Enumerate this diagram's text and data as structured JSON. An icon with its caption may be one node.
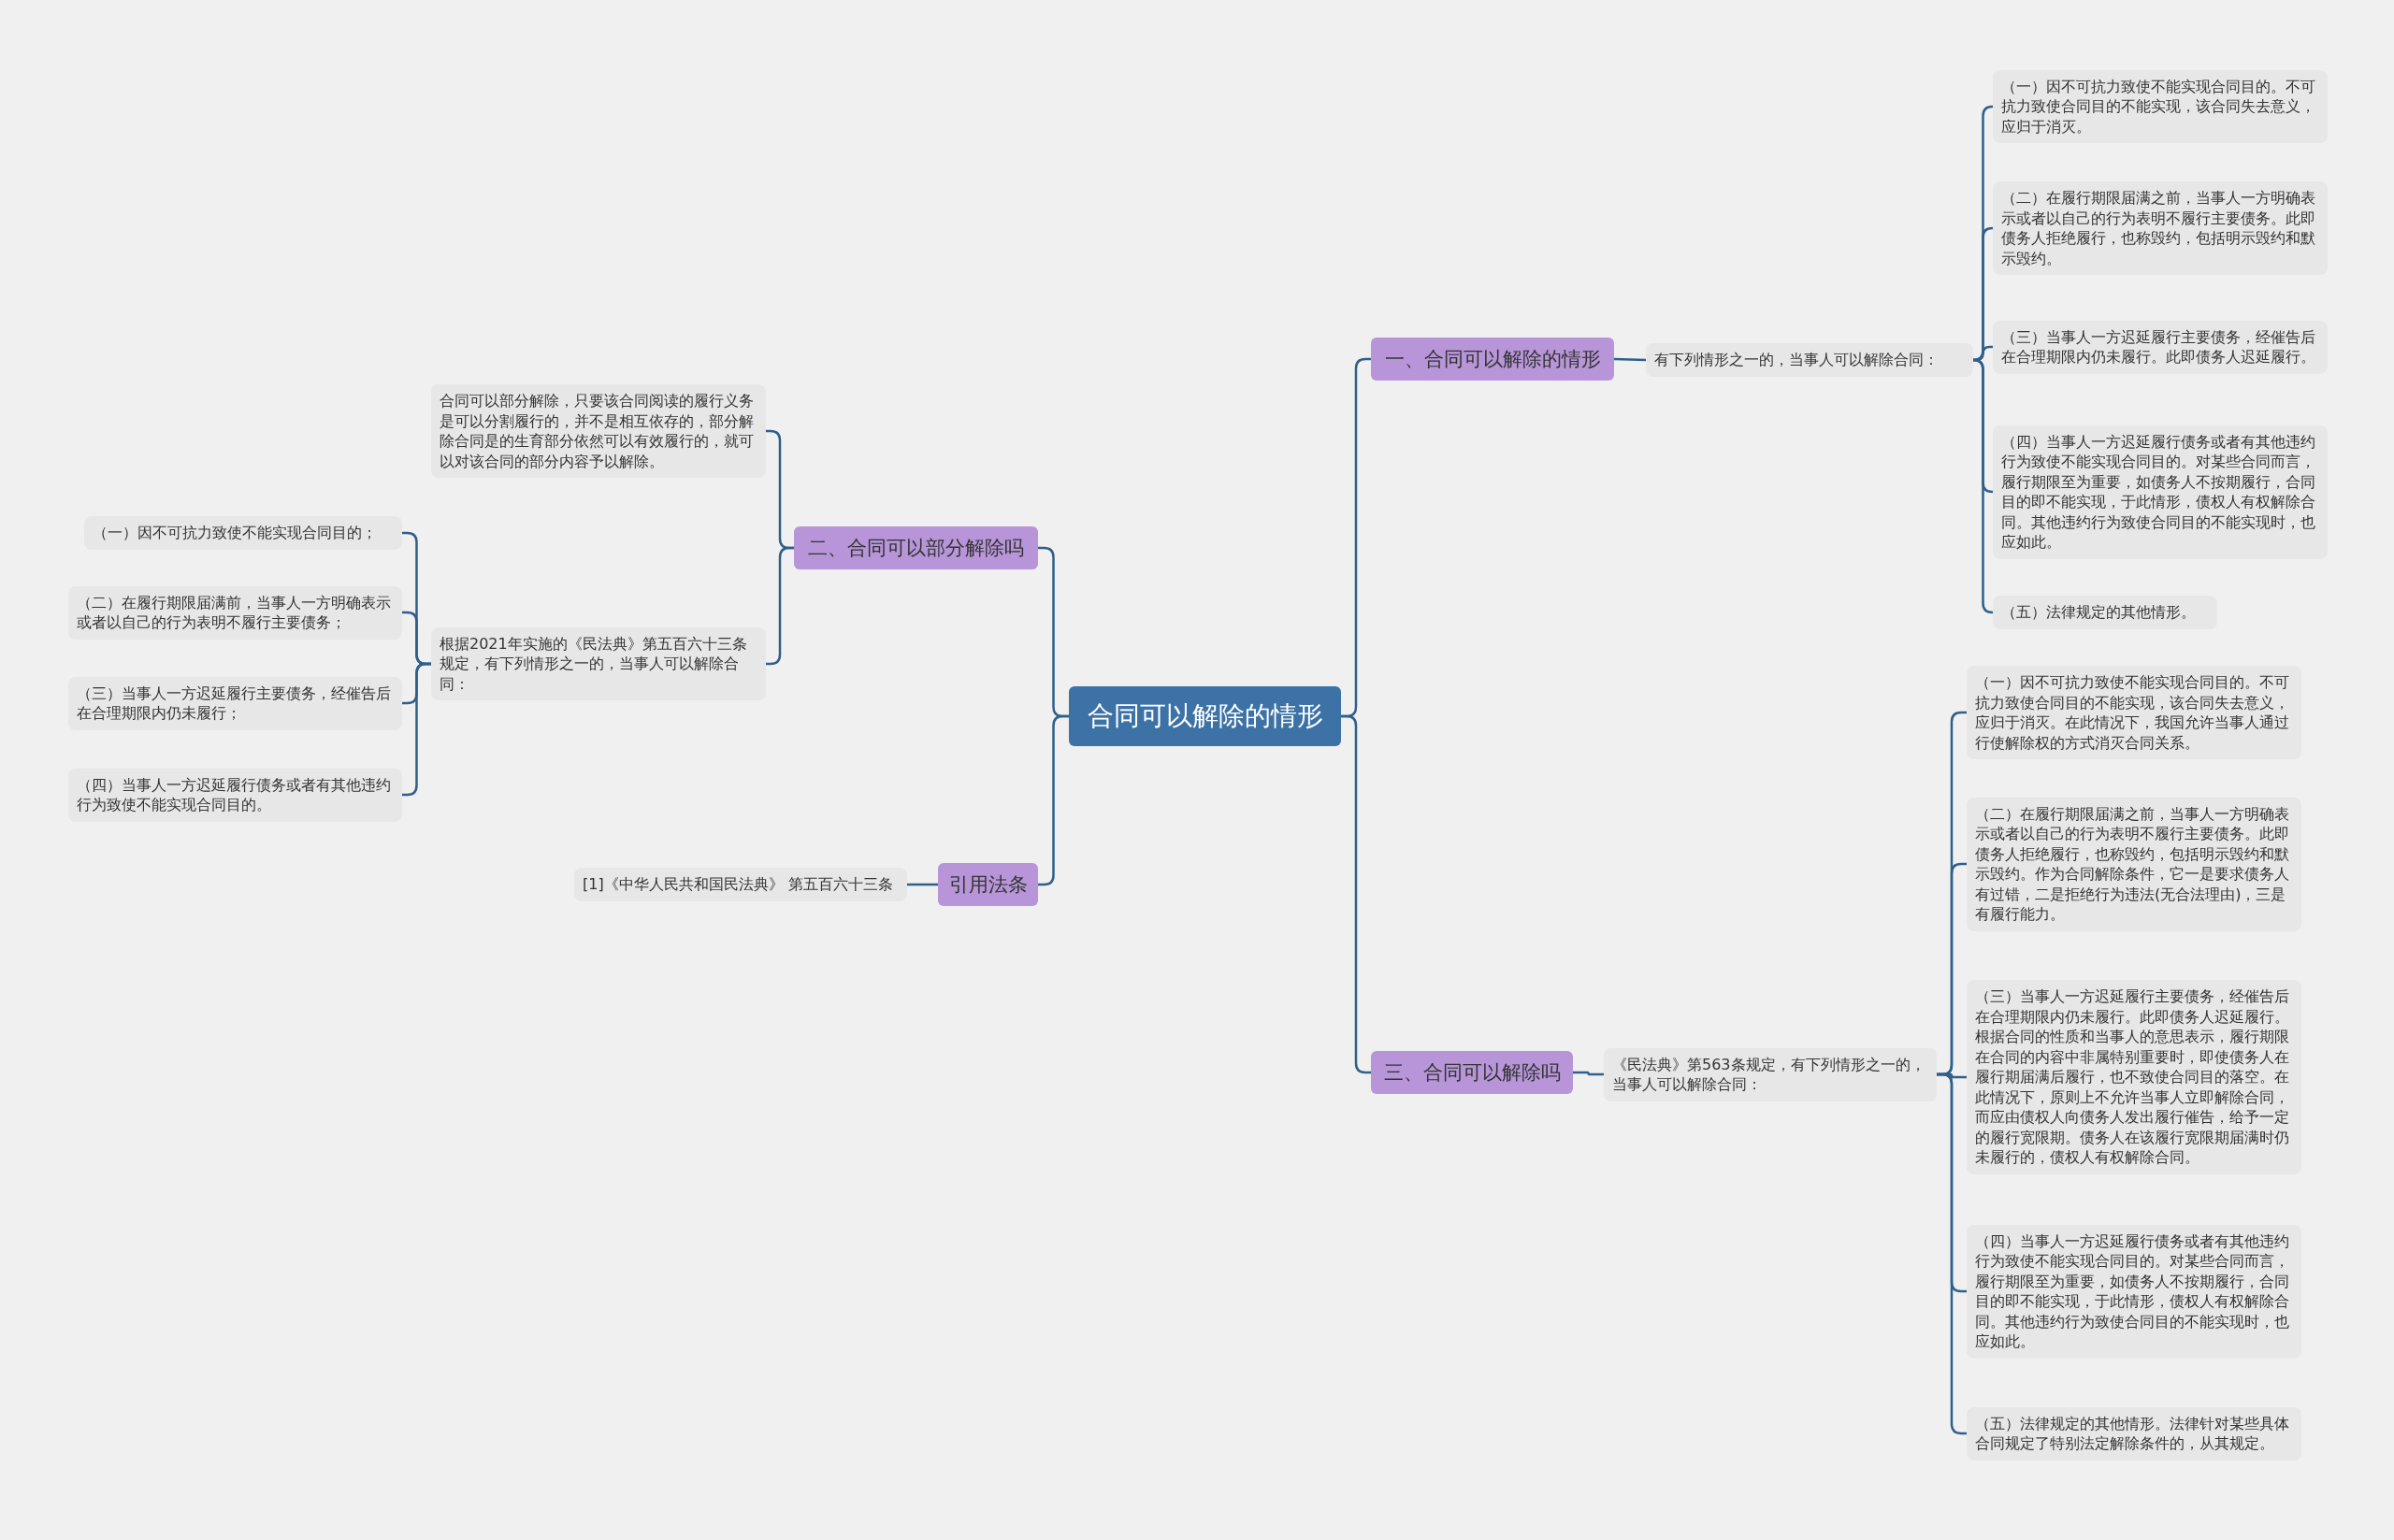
{
  "diagram": {
    "nodes": [
      {
        "text": [
          "合同可以解除的情形"
        ]
      },
      {
        "text": [
          "一、合同可以解除的情形"
        ]
      },
      {
        "text": [
          "有下列情形之一的，当事人可以解除合同："
        ]
      },
      {
        "text": [
          "（一）因不可抗力致使不能实现合同目的。不可抗力致使合同目的不能实现，该合同失去意义，应归于消灭。"
        ]
      },
      {
        "text": [
          "（二）在履行期限届满之前，当事人一方明确表示或者以自己的行为表明不履行主要债务。此即债务人拒绝履行，也称毁约，包括明示毁约和默示毁约。"
        ]
      },
      {
        "text": [
          "（三）当事人一方迟延履行主要债务，经催告后在合理期限内仍未履行。此即债务人迟延履行。"
        ]
      },
      {
        "text": [
          "（四）当事人一方迟延履行债务或者有其他违约行为致使不能实现合同目的。对某些合同而言，履行期限至为重要，如债务人不按期履行，合同目的即不能实现，于此情形，债权人有权解除合同。其他违约行为致使合同目的不能实现时，也应如此。"
        ]
      },
      {
        "text": [
          "（五）法律规定的其他情形。"
        ]
      },
      {
        "text": [
          "二、合同可以部分解除吗"
        ]
      },
      {
        "text": [
          "合同可以部分解除，只要该合同阅读的履行义务是可以分割履行的，并不是相互依存的，部分解除合同是的生育部分依然可以有效履行的，就可以对该合同的部分内容予以解除。"
        ]
      },
      {
        "text": [
          "根据2021年实施的《民法典》第五百六十三条规定，有下列情形之一的，当事人可以解除合同："
        ]
      },
      {
        "text": [
          "（一）因不可抗力致使不能实现合同目的；"
        ]
      },
      {
        "text": [
          "（二）在履行期限届满前，当事人一方明确表示或者以自己的行为表明不履行主要债务；"
        ]
      },
      {
        "text": [
          "（三）当事人一方迟延履行主要债务，经催告后在合理期限内仍未履行；"
        ]
      },
      {
        "text": [
          "（四）当事人一方迟延履行债务或者有其他违约行为致使不能实现合同目的。"
        ]
      },
      {
        "text": [
          "引用法条"
        ]
      },
      {
        "text": [
          "[1]《中华人民共和国民法典》 第五百六十三条"
        ]
      },
      {
        "text": [
          "三、合同可以解除吗"
        ]
      },
      {
        "text": [
          "《民法典》第563条规定，有下列情形之一的，当事人可以解除合同："
        ]
      },
      {
        "text": [
          "（一）因不可抗力致使不能实现合同目的。不可抗力致使合同目的不能实现，该合同失去意义，应归于消灭。在此情况下，我国允许当事人通过行使解除权的方式消灭合同关系。"
        ]
      },
      {
        "text": [
          "（二）在履行期限届满之前，当事人一方明确表示或者以自己的行为表明不履行主要债务。此即债务人拒绝履行，也称毁约，包括明示毁约和默示毁约。作为合同解除条件，它一是要求债务人有过错，二是拒绝行为违法(无合法理由)，三是有履行能力。"
        ]
      },
      {
        "text": [
          "（三）当事人一方迟延履行主要债务，经催告后在合理期限内仍未履行。此即债务人迟延履行。根据合同的性质和当事人的意思表示，履行期限在合同的内容中非属特别重要时，即使债务人在履行期届满后履行，也不致使合同目的落空。在此情况下，原则上不允许当事人立即解除合同，而应由债权人向债务人发出履行催告，给予一定的履行宽限期。债务人在该履行宽限期届满时仍未履行的，债权人有权解除合同。"
        ]
      },
      {
        "text": [
          "（四）当事人一方迟延履行债务或者有其他违约行为致使不能实现合同目的。对某些合同而言，履行期限至为重要，如债务人不按期履行，合同目的即不能实现，于此情形，债权人有权解除合同。其他违约行为致使合同目的不能实现时，也应如此。"
        ]
      },
      {
        "text": [
          "（五）法律规定的其他情形。法律针对某些具体合同规定了特别法定解除条件的，从其规定。"
        ]
      }
    ],
    "edges": [
      {
        "from": 0,
        "to": 1,
        "arrow": "none"
      },
      {
        "from": 1,
        "to": 2,
        "arrow": "none"
      },
      {
        "from": 2,
        "to": 3,
        "arrow": "none"
      },
      {
        "from": 2,
        "to": 4,
        "arrow": "none"
      },
      {
        "from": 2,
        "to": 5,
        "arrow": "none"
      },
      {
        "from": 2,
        "to": 6,
        "arrow": "none"
      },
      {
        "from": 2,
        "to": 7,
        "arrow": "none"
      },
      {
        "from": 0,
        "to": 8,
        "arrow": "none"
      },
      {
        "from": 8,
        "to": 9,
        "arrow": "none"
      },
      {
        "from": 8,
        "to": 10,
        "arrow": "none"
      },
      {
        "from": 10,
        "to": 11,
        "arrow": "none"
      },
      {
        "from": 10,
        "to": 12,
        "arrow": "none"
      },
      {
        "from": 10,
        "to": 13,
        "arrow": "none"
      },
      {
        "from": 10,
        "to": 14,
        "arrow": "none"
      },
      {
        "from": 0,
        "to": 15,
        "arrow": "none"
      },
      {
        "from": 15,
        "to": 16,
        "arrow": "none"
      },
      {
        "from": 0,
        "to": 17,
        "arrow": "none"
      },
      {
        "from": 17,
        "to": 18,
        "arrow": "none"
      },
      {
        "from": 18,
        "to": 19,
        "arrow": "none"
      },
      {
        "from": 18,
        "to": 20,
        "arrow": "none"
      },
      {
        "from": 18,
        "to": 21,
        "arrow": "none"
      },
      {
        "from": 18,
        "to": 22,
        "arrow": "none"
      },
      {
        "from": 18,
        "to": 23,
        "arrow": "none"
      }
    ]
  }
}
